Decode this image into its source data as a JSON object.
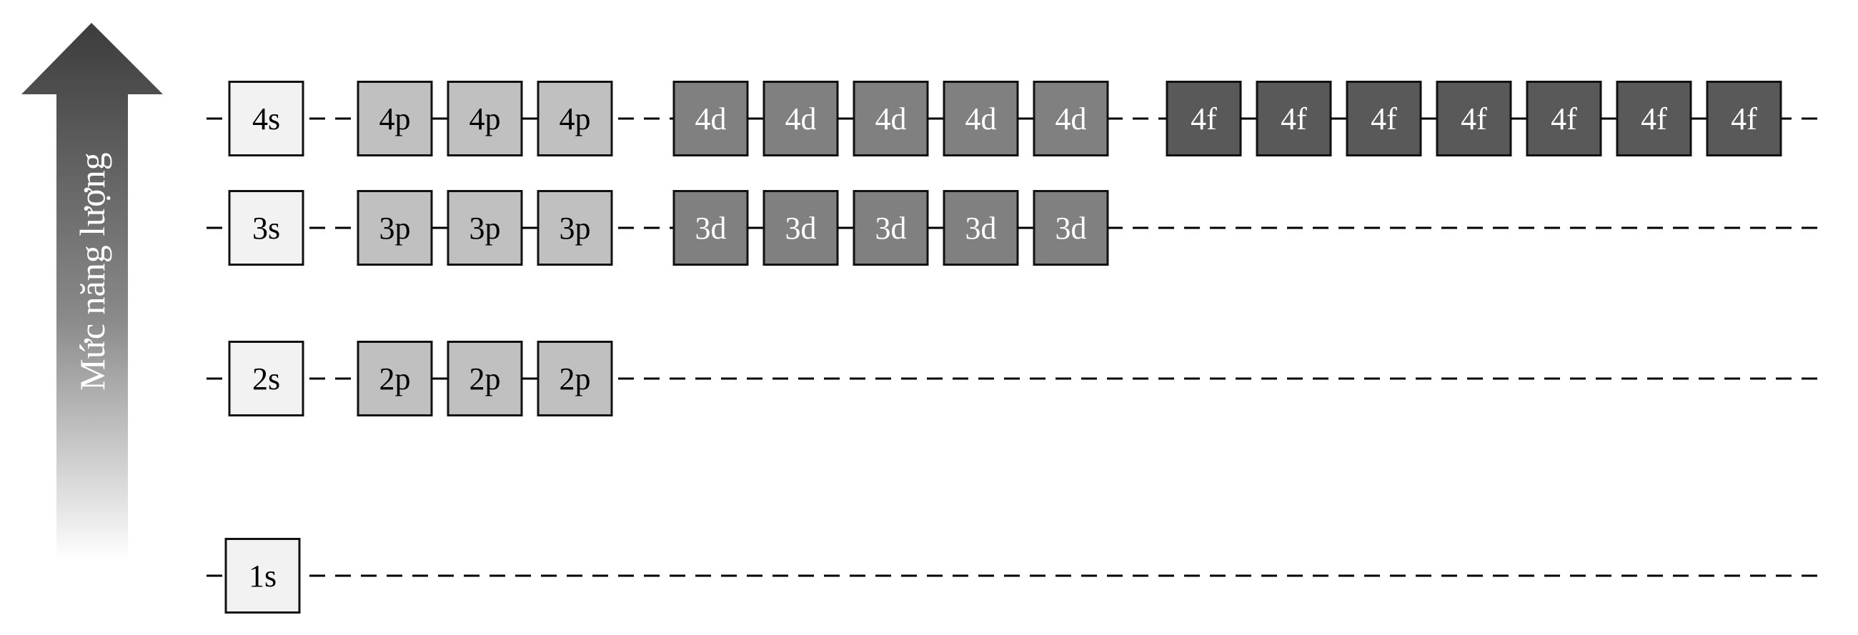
{
  "axis_label": "Mức năng lượng",
  "colors": {
    "s": "#f2f2f2",
    "p": "#c0c0c0",
    "d": "#808080",
    "f": "#595959",
    "arrow_top": "#3c3c3c"
  },
  "rows": [
    {
      "level": 4,
      "groups": [
        {
          "type": "s",
          "labels": [
            "4s"
          ]
        },
        {
          "type": "p",
          "labels": [
            "4p",
            "4p",
            "4p"
          ]
        },
        {
          "type": "d",
          "labels": [
            "4d",
            "4d",
            "4d",
            "4d",
            "4d"
          ]
        },
        {
          "type": "f",
          "labels": [
            "4f",
            "4f",
            "4f",
            "4f",
            "4f",
            "4f",
            "4f"
          ]
        }
      ]
    },
    {
      "level": 3,
      "groups": [
        {
          "type": "s",
          "labels": [
            "3s"
          ]
        },
        {
          "type": "p",
          "labels": [
            "3p",
            "3p",
            "3p"
          ]
        },
        {
          "type": "d",
          "labels": [
            "3d",
            "3d",
            "3d",
            "3d",
            "3d"
          ]
        }
      ]
    },
    {
      "level": 2,
      "groups": [
        {
          "type": "s",
          "labels": [
            "2s"
          ]
        },
        {
          "type": "p",
          "labels": [
            "2p",
            "2p",
            "2p"
          ]
        }
      ]
    },
    {
      "level": 1,
      "groups": [
        {
          "type": "s",
          "labels": [
            "1s"
          ]
        }
      ]
    }
  ]
}
